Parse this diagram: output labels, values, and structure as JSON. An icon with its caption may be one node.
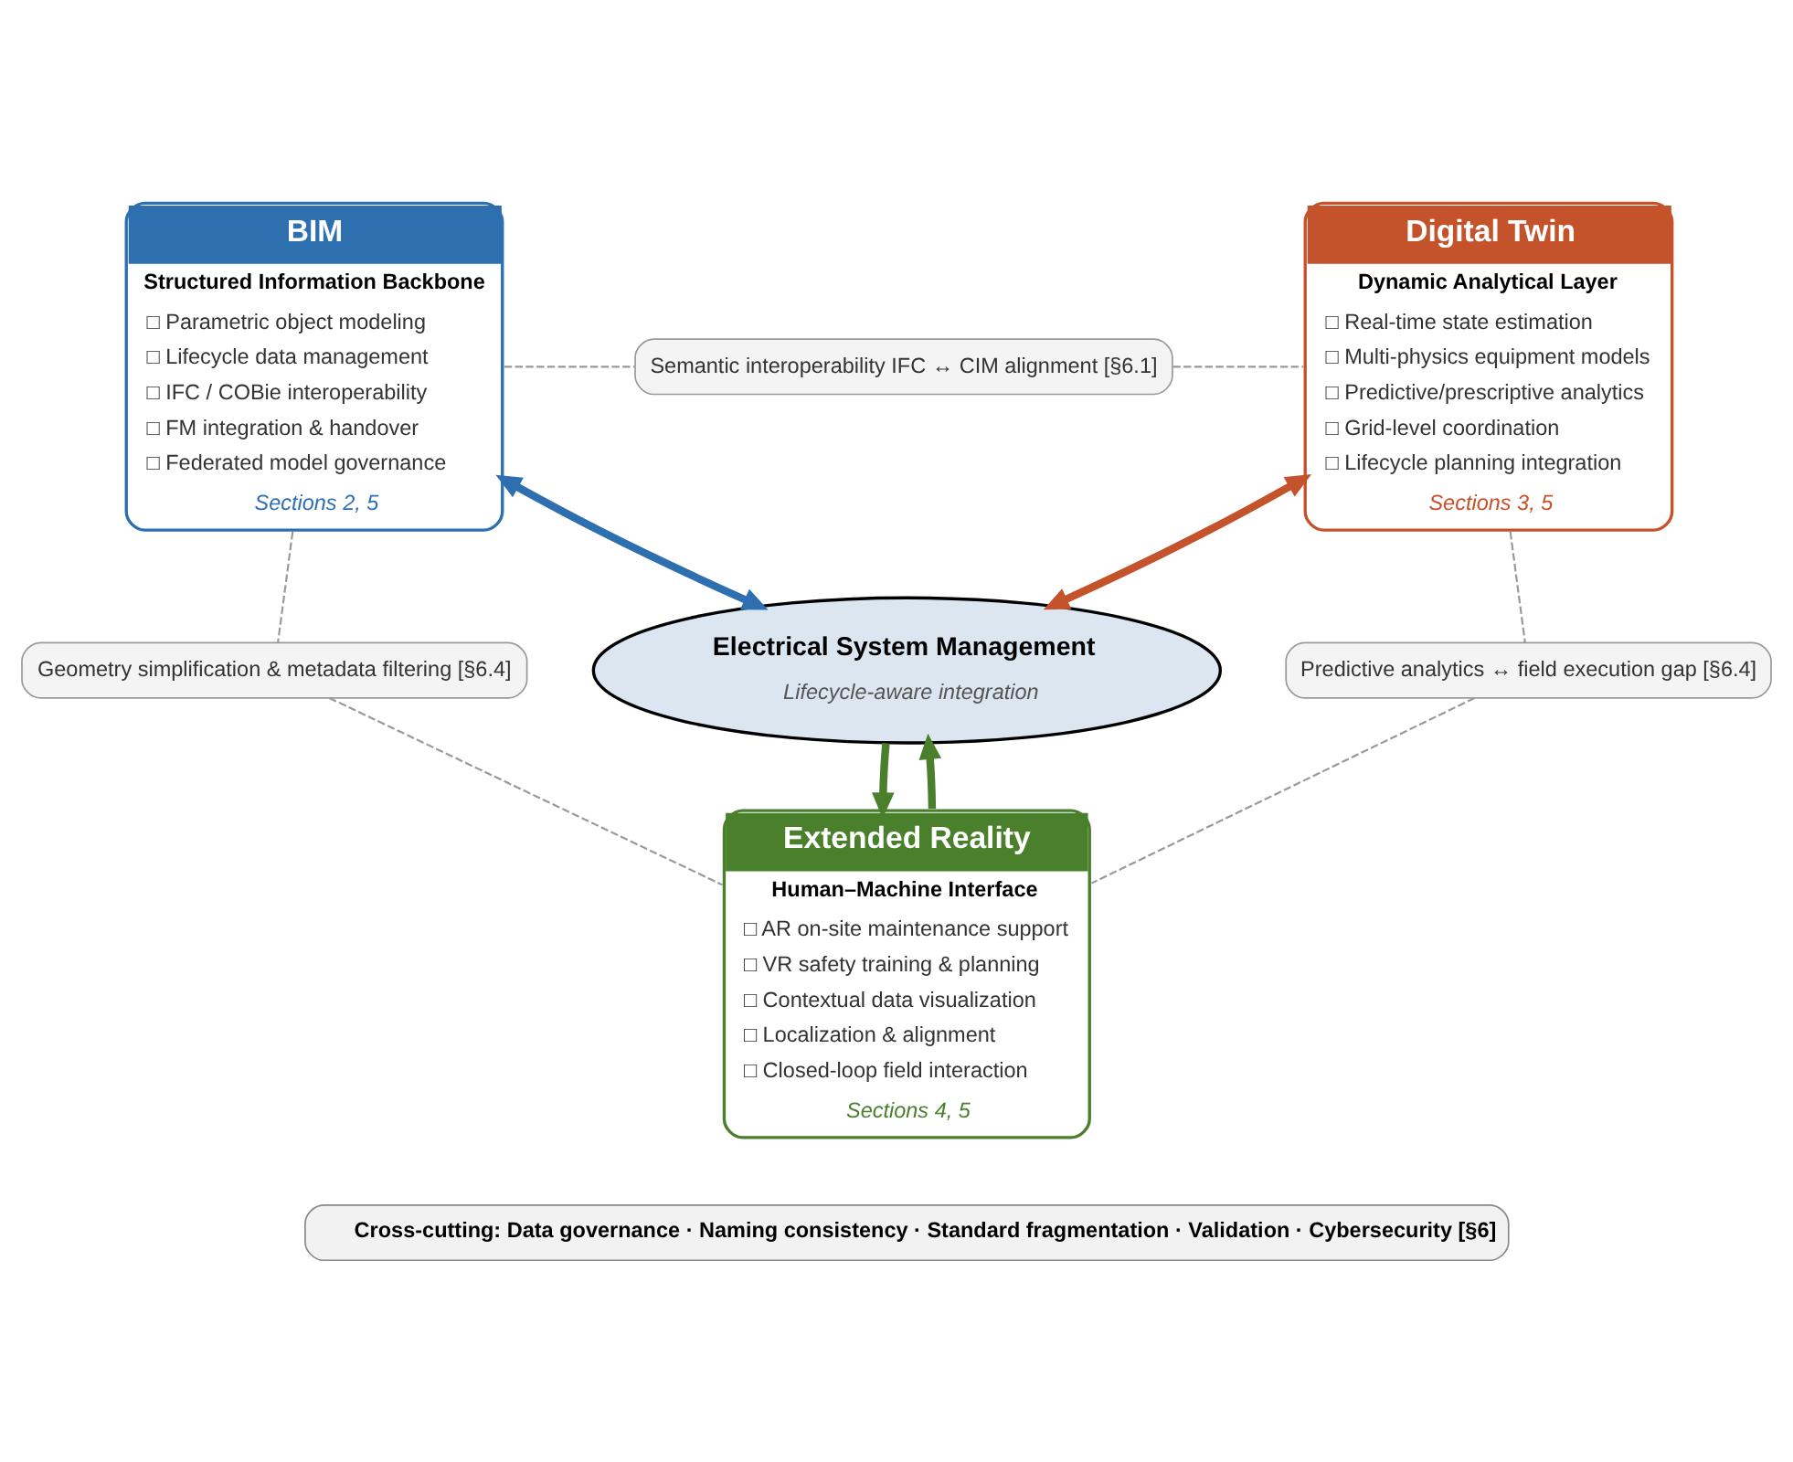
{
  "diagram": {
    "nodes": [
      {
        "text": [
          "BIM",
          "Structured Information Backbone",
          "□ Parametric object modeling",
          "□ Lifecycle data management",
          "□ IFC / COBie interoperability",
          "□ FM integration & handover",
          "□ Federated model governance",
          "Sections 2, 5"
        ]
      },
      {
        "text": [
          "Semantic interoperability IFC ↔ CIM alignment [§6.1]"
        ]
      },
      {
        "text": [
          "Digital Twin",
          "Dynamic Analytical Layer",
          "□ Real-time state estimation",
          "□ Multi-physics equipment models",
          "□ Predictive/prescriptive analytics",
          "□ Grid-level coordination",
          "□ Lifecycle planning integration",
          "Sections 3, 5"
        ]
      },
      {
        "text": [
          "Electrical System Management",
          "Lifecycle-aware integration"
        ]
      },
      {
        "text": [
          "Geometry simplification & metadata filtering [§6.4]"
        ]
      },
      {
        "text": [
          "Predictive analytics ↔ field execution gap [§6.4]"
        ]
      },
      {
        "text": [
          "Extended Reality",
          "Human–Machine Interface",
          "□ AR on-site maintenance support",
          "□ VR safety training & planning",
          "□ Contextual data visualization",
          "□ Localization & alignment",
          "□ Closed-loop field interaction",
          "Sections 4, 5"
        ]
      },
      {
        "text": [
          "Cross-cutting: Data governance · Naming consistency · Standard fragmentation · Validation · Cybersecurity [§6]"
        ]
      }
    ],
    "edges": [
      {
        "from": 0,
        "to": 1,
        "arrow": "none",
        "style": "dashed"
      },
      {
        "from": 1,
        "to": 2,
        "arrow": "none",
        "style": "dashed"
      },
      {
        "from": 0,
        "to": 3,
        "arrow": "both",
        "style": "thick",
        "color": "#2e6fb0"
      },
      {
        "from": 2,
        "to": 3,
        "arrow": "both",
        "style": "thick",
        "color": "#c4522a"
      },
      {
        "from": 3,
        "to": 6,
        "arrow": "to",
        "style": "thick",
        "color": "#4a7f2c"
      },
      {
        "from": 6,
        "to": 3,
        "arrow": "to",
        "style": "thick",
        "color": "#4a7f2c"
      },
      {
        "from": 0,
        "to": 4,
        "arrow": "none",
        "style": "dashed"
      },
      {
        "from": 4,
        "to": 6,
        "arrow": "none",
        "style": "dashed"
      },
      {
        "from": 2,
        "to": 5,
        "arrow": "none",
        "style": "dashed"
      },
      {
        "from": 5,
        "to": 6,
        "arrow": "none",
        "style": "dashed"
      }
    ]
  }
}
